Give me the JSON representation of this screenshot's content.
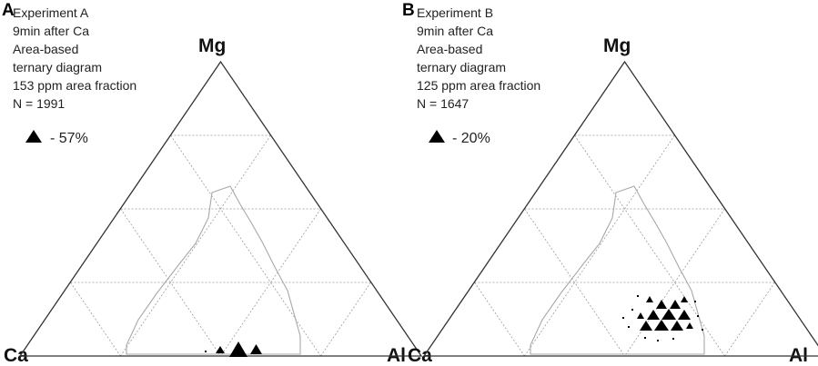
{
  "panels": [
    {
      "label": "A",
      "info": [
        "Experiment A",
        "9min after Ca",
        "Area-based",
        "ternary diagram",
        "153 ppm area fraction",
        "N = 1991"
      ],
      "legend": "- 57%",
      "vertices": {
        "top": "Mg",
        "left": "Ca",
        "right": "Al"
      }
    },
    {
      "label": "B",
      "info": [
        "Experiment B",
        "9min after Ca",
        "Area-based",
        "ternary diagram",
        "125 ppm area fraction",
        "N = 1647"
      ],
      "legend": "- 20%",
      "vertices": {
        "top": "Mg",
        "left": "Ca",
        "right": "Al"
      }
    }
  ]
}
